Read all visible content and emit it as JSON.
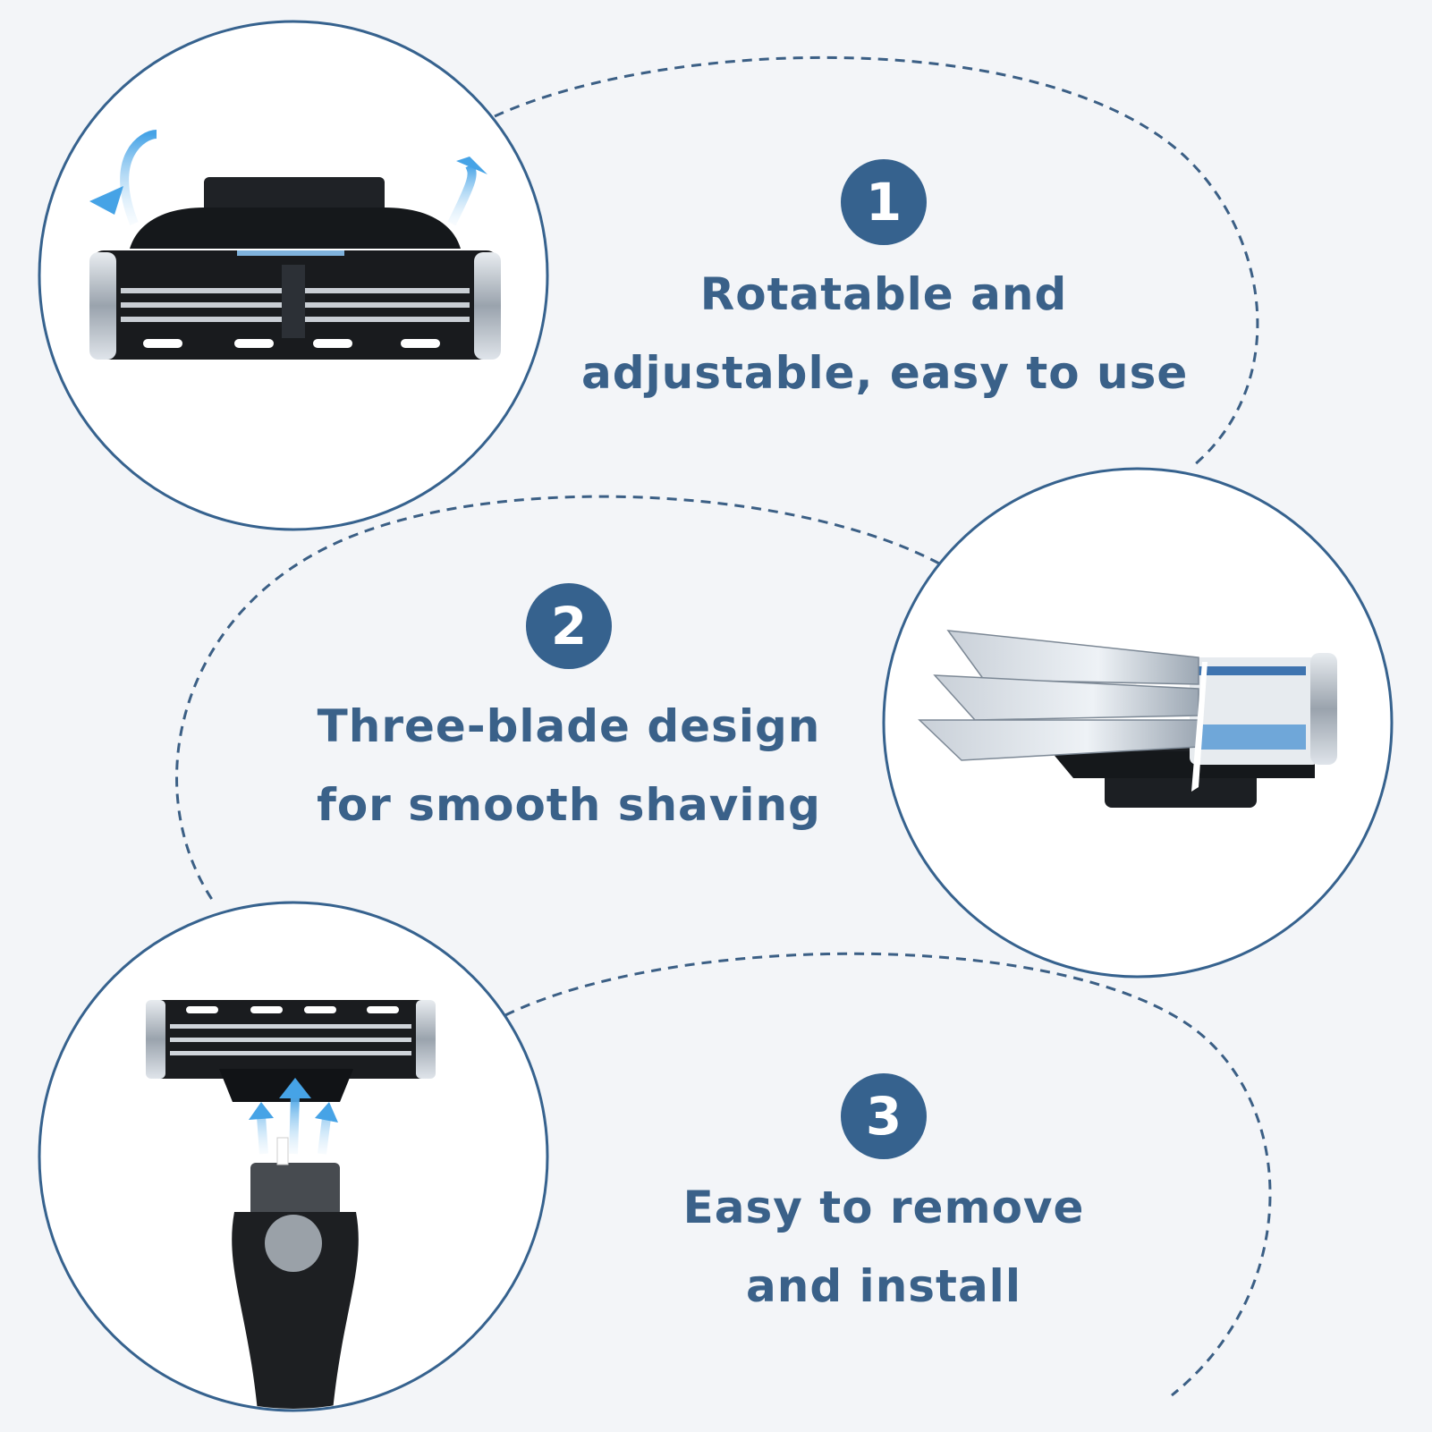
{
  "colors": {
    "background": "#f3f5f8",
    "accent": "#36628e",
    "text": "#3a6189",
    "dashed": "#3b5f85"
  },
  "features": [
    {
      "number": "1",
      "lines": [
        "Rotatable and",
        "adjustable, easy to use"
      ],
      "image": "razor-cartridge-rotating-icon"
    },
    {
      "number": "2",
      "lines": [
        "Three-blade design",
        "for smooth shaving"
      ],
      "image": "three-blade-exploded-icon"
    },
    {
      "number": "3",
      "lines": [
        "Easy to remove",
        "and install"
      ],
      "image": "cartridge-attach-handle-icon"
    }
  ]
}
